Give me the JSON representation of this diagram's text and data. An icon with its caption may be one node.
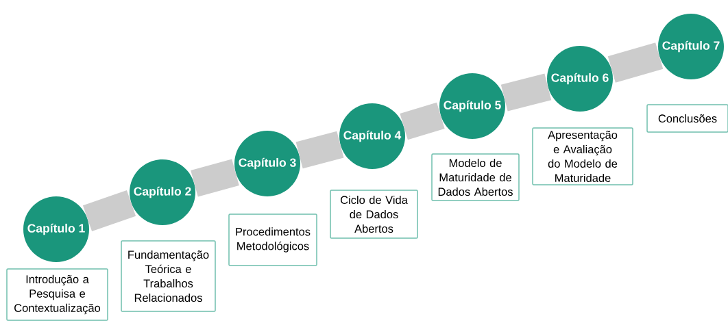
{
  "diagram": {
    "nodes": [
      {
        "text": [
          "Capítulo 1"
        ]
      },
      {
        "text": [
          "Introdução a Pesquisa e Contextualização"
        ]
      },
      {
        "text": [
          "Capítulo 2"
        ]
      },
      {
        "text": [
          "Fundamentação Teórica e Trabalhos Relacionados"
        ]
      },
      {
        "text": [
          "Capítulo 3"
        ]
      },
      {
        "text": [
          "Procedimentos Metodológicos"
        ]
      },
      {
        "text": [
          "Capítulo 4"
        ]
      },
      {
        "text": [
          "Ciclo de Vida de Dados Abertos"
        ]
      },
      {
        "text": [
          "Capítulo 5"
        ]
      },
      {
        "text": [
          "Modelo de Maturidade de Dados Abertos"
        ]
      },
      {
        "text": [
          "Capítulo 6"
        ]
      },
      {
        "text": [
          "Apresentação e Avaliação do Modelo de Maturidade"
        ]
      },
      {
        "text": [
          "Capítulo 7"
        ]
      },
      {
        "text": [
          "Conclusões"
        ]
      }
    ],
    "edges": [
      {
        "from": 0,
        "to": 2,
        "arrow": "none"
      },
      {
        "from": 2,
        "to": 4,
        "arrow": "none"
      },
      {
        "from": 4,
        "to": 6,
        "arrow": "none"
      },
      {
        "from": 6,
        "to": 8,
        "arrow": "none"
      },
      {
        "from": 8,
        "to": 10,
        "arrow": "none"
      },
      {
        "from": 10,
        "to": 12,
        "arrow": "none"
      }
    ]
  }
}
